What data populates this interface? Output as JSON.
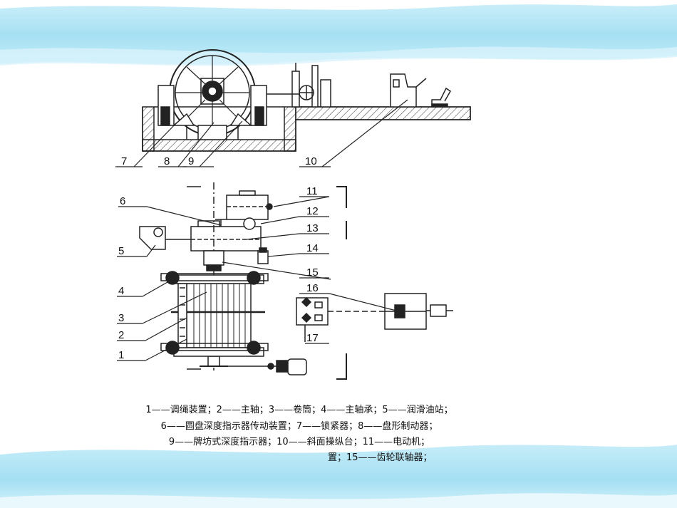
{
  "colors": {
    "band": "#aee3f4",
    "band_light": "#e6f7fd",
    "line": "#222222"
  },
  "callouts": {
    "c1": "1",
    "c2": "2",
    "c3": "3",
    "c4": "4",
    "c5": "5",
    "c6": "6",
    "c7": "7",
    "c8": "8",
    "c9": "9",
    "c10": "10",
    "c11": "11",
    "c12": "12",
    "c13": "13",
    "c14": "14",
    "c15": "15",
    "c16": "16",
    "c17": "17"
  },
  "legend": {
    "line1": "1——调绳装置；2——主轴；3——卷筒；4——主轴承；5——润滑油站；",
    "line2": "6——圆盘深度指示器传动装置；7——锁紧器；8——盘形制动器；",
    "line3": "9——牌坊式深度指示器；10——斜面操纵台；11——电动机；",
    "line4": "置；15——齿轮联轴器；"
  }
}
